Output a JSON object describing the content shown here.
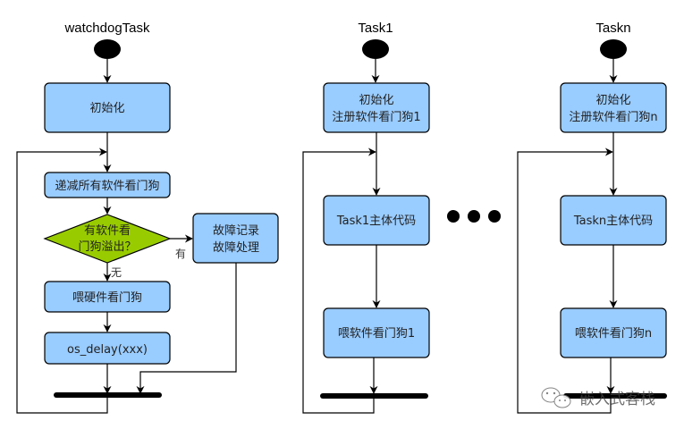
{
  "diagram": {
    "type": "flowchart",
    "colors": {
      "process_fill": "#99ccff",
      "decision_fill": "#99cc00",
      "line": "#000000"
    },
    "watchdog_task": {
      "title": "watchdogTask",
      "init": "初始化",
      "decrement": "递减所有软件看门狗",
      "decision_line1": "有软件看",
      "decision_line2": "门狗溢出？",
      "fault_line1": "故障记录",
      "fault_line2": "故障处理",
      "yes_label": "有",
      "no_label": "无",
      "feed_hw": "喂硬件看门狗",
      "delay": "os_delay(xxx)"
    },
    "task1": {
      "title": "Task1",
      "init_line1": "初始化",
      "init_line2": "注册软件看门狗1",
      "body": "Task1主体代码",
      "feed": "喂软件看门狗1"
    },
    "ellipsis": "more tasks",
    "taskn": {
      "title": "Taskn",
      "init_line1": "初始化",
      "init_line2": "注册软件看门狗n",
      "body": "Taskn主体代码",
      "feed": "喂软件看门狗n"
    },
    "watermark": {
      "icon": "wechat-icon",
      "text": "嵌入式客栈"
    }
  }
}
